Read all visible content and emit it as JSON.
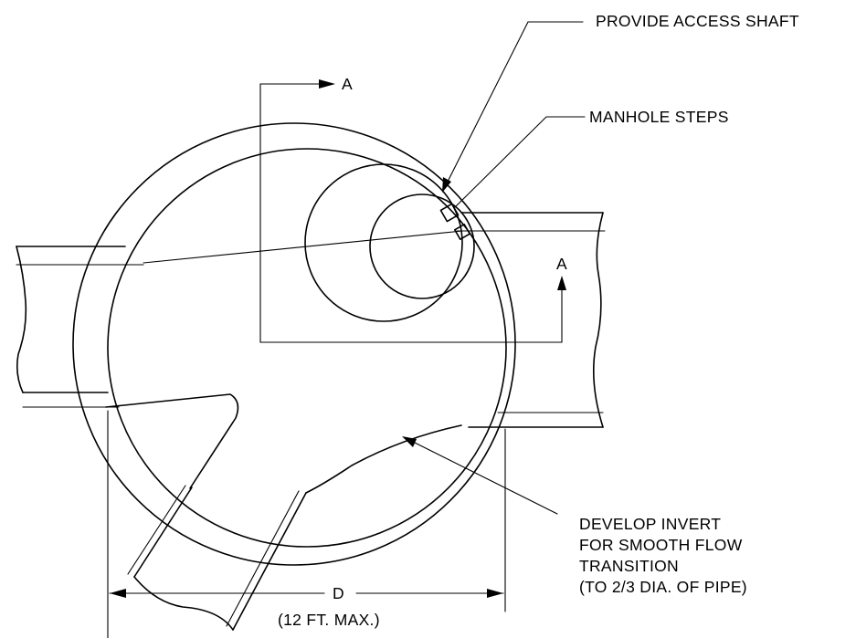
{
  "labels": {
    "provide_access_shaft": "PROVIDE ACCESS SHAFT",
    "manhole_steps": "MANHOLE STEPS",
    "section_a_top": "A",
    "section_a_right": "A",
    "dimension_d": "D",
    "dimension_max": "(12 FT. MAX.)",
    "invert_note": {
      "line1": "DEVELOP INVERT",
      "line2": "FOR SMOOTH FLOW",
      "line3": "TRANSITION",
      "line4": "(TO 2/3 DIA. OF PIPE)"
    }
  }
}
